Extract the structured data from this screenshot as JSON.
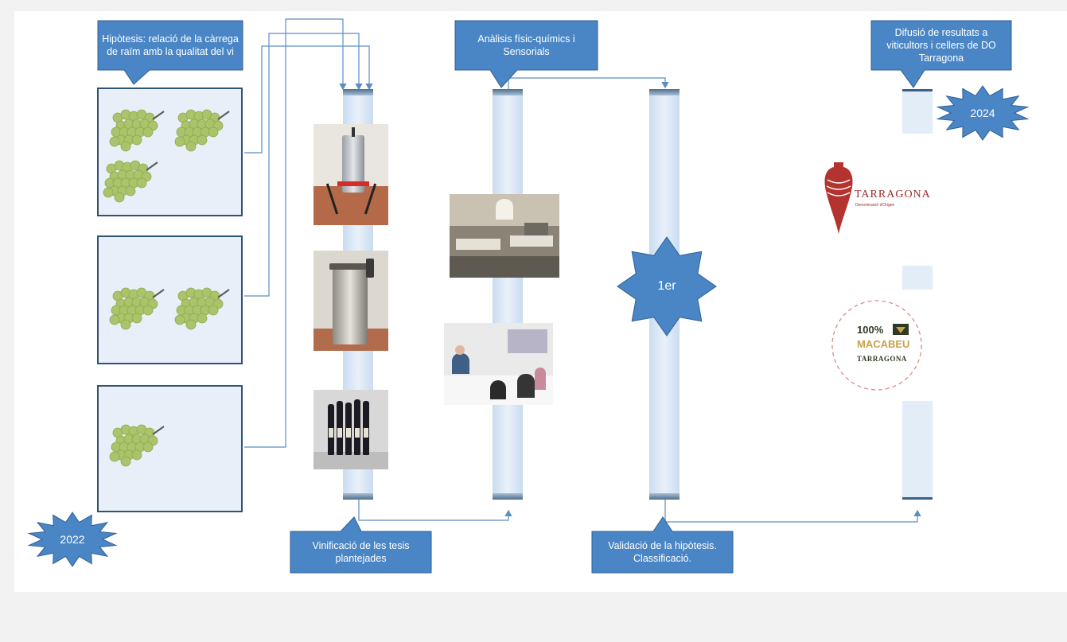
{
  "callouts": {
    "hypothesis": "Hipòtesis: relació de la càrrega de raïm  amb la qualitat del vi",
    "analysis": "Anàlisis físic-químics i Sensorials",
    "dissemination": "Difusió de resultats a viticultors i cellers de DO Tarragona",
    "vinification": "Vinificació de les tesis plantejades",
    "validation": "Validació de la hipòtesis. Classificació."
  },
  "years": {
    "start": "2022",
    "end": "2024"
  },
  "rank_badge": "1er",
  "logos": {
    "do_tarragona_name": "TARRAGONA",
    "do_tarragona_sub": "Denominació d'Origen",
    "macabeu_percent": "100%",
    "macabeu_name": "MACABEU",
    "macabeu_region": "TARRAGONA"
  },
  "colors": {
    "callout_fill": "#4a86c5",
    "callout_border": "#2f5f94",
    "column_fill": "#dde9f6",
    "column_cap": "#6f8fad",
    "box_fill": "#e8eff8",
    "box_border": "#2f5375",
    "arrow": "#5b8ec4",
    "grape": "#a9c46a",
    "amphora": "#b5332f"
  }
}
